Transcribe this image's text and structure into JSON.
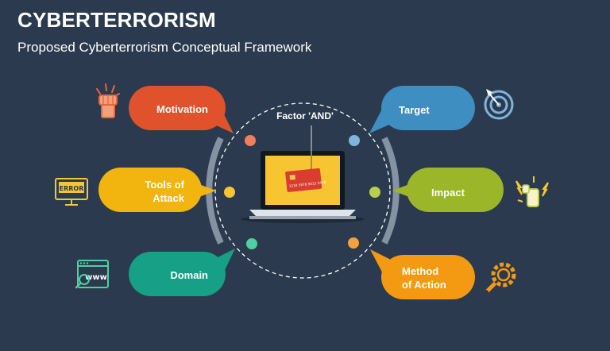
{
  "title": "CYBERTERRORISM",
  "subtitle": "Proposed Cyberterrorism Conceptual Framework",
  "center": {
    "label": "Factor 'AND'",
    "screen_text": "1234  5678  9012  3456"
  },
  "bubbles": {
    "motivation": {
      "label": "Motivation",
      "color": "#e0522b",
      "icon": "raised-fist-icon"
    },
    "tools": {
      "line1": "Tools of",
      "line2": "Attack",
      "color": "#f2b40f",
      "icon": "error-monitor-icon",
      "icon_text": "ERROR"
    },
    "domain": {
      "label": "Domain",
      "color": "#16a085",
      "icon": "www-browser-icon",
      "icon_text": "www"
    },
    "target": {
      "label": "Target",
      "color": "#3e8ec2",
      "icon": "target-icon"
    },
    "impact": {
      "label": "Impact",
      "color": "#9cb62a",
      "icon": "impact-hand-icon"
    },
    "method": {
      "line1": "Method",
      "line2": "of Action",
      "color": "#f39a12",
      "icon": "gear-wrench-icon"
    }
  },
  "colors": {
    "background": "#2b3a4e",
    "arc": "#8592a4",
    "dot_motivation": "#f07e5e",
    "dot_target": "#7fb4dc",
    "dot_tools": "#f5c631",
    "dot_impact": "#b7cf4a",
    "dot_domain": "#4fcfa3",
    "dot_method": "#f6a23a"
  }
}
